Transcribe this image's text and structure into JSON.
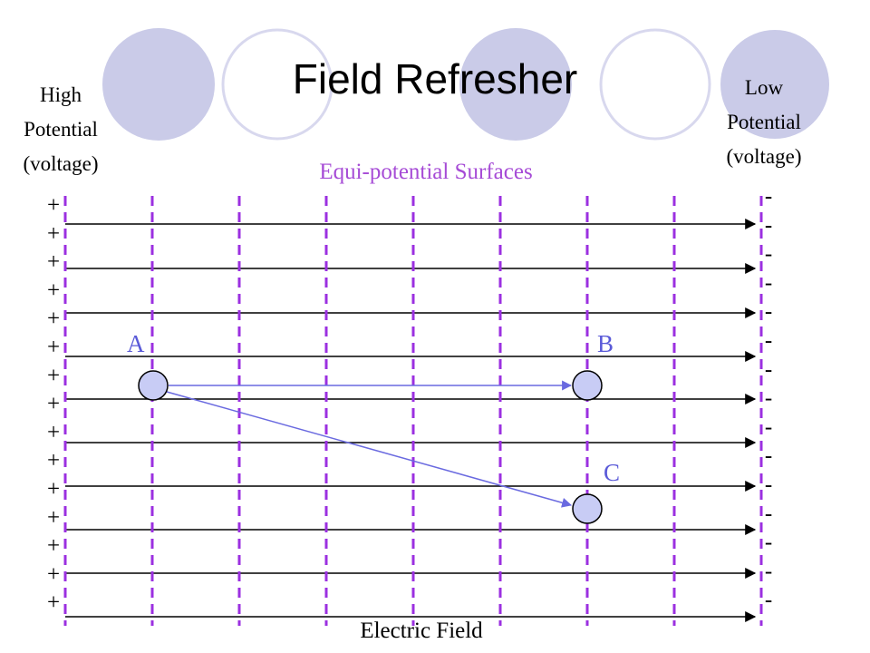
{
  "title": "Field Refresher",
  "left_label": [
    "High",
    "Potential",
    "(voltage)"
  ],
  "right_label": [
    "Low",
    "Potential",
    "(voltage)"
  ],
  "equipotential_label": "Equi-potential Surfaces",
  "field_label": "Electric Field",
  "points": {
    "a": "A",
    "b": "B",
    "c": "C"
  },
  "plus_sign": "+",
  "minus_sign": "-",
  "colors": {
    "equipotential": "#9b30e0",
    "path": "#6a6ae0",
    "point_fill": "#c8ccf5",
    "decor_fill": "#cacbe8",
    "decor_stroke": "#d8d8ee",
    "field": "#000000"
  }
}
